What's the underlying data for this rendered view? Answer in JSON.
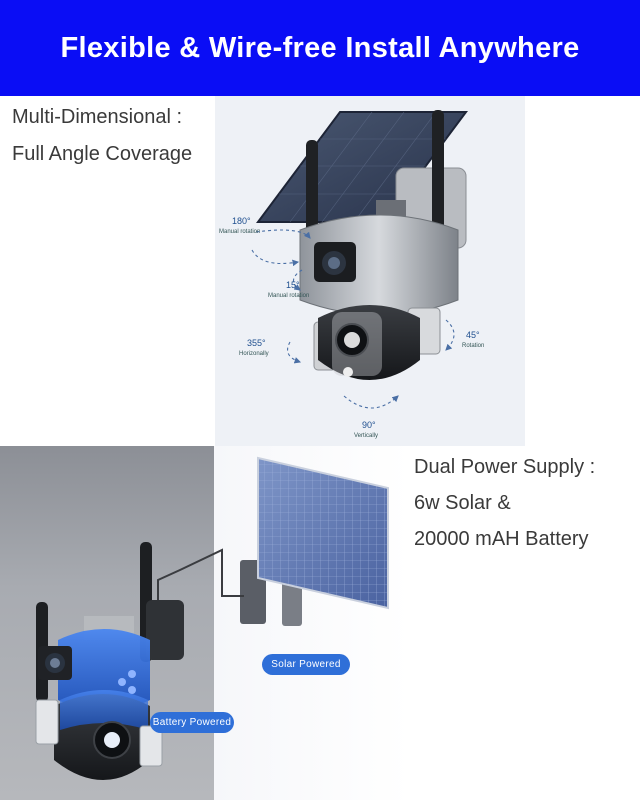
{
  "banner": {
    "title": "Flexible & Wire-free Install Anywhere"
  },
  "section1": {
    "line1": "Multi-Dimensional :",
    "line2": "Full Angle Coverage",
    "angles": {
      "a180": "180°",
      "a180_sub": "Manual rotation",
      "a15": "15°",
      "a15_sub": "Manual rotation",
      "a355": "355°",
      "a355_sub": "Horizonally",
      "a45": "45°",
      "a45_sub": "Rotation",
      "a90": "90°",
      "a90_sub": "Vertically"
    }
  },
  "section2": {
    "line1": "Dual Power Supply :",
    "line2": "6w Solar &",
    "line3": "20000 mAH Battery",
    "solar_label": "Solar Powered",
    "battery_label": "Battery Powered"
  },
  "colors": {
    "banner": "#0a0df5",
    "pill": "#2f6fd8",
    "battery_glow": "#2a6ee0"
  }
}
